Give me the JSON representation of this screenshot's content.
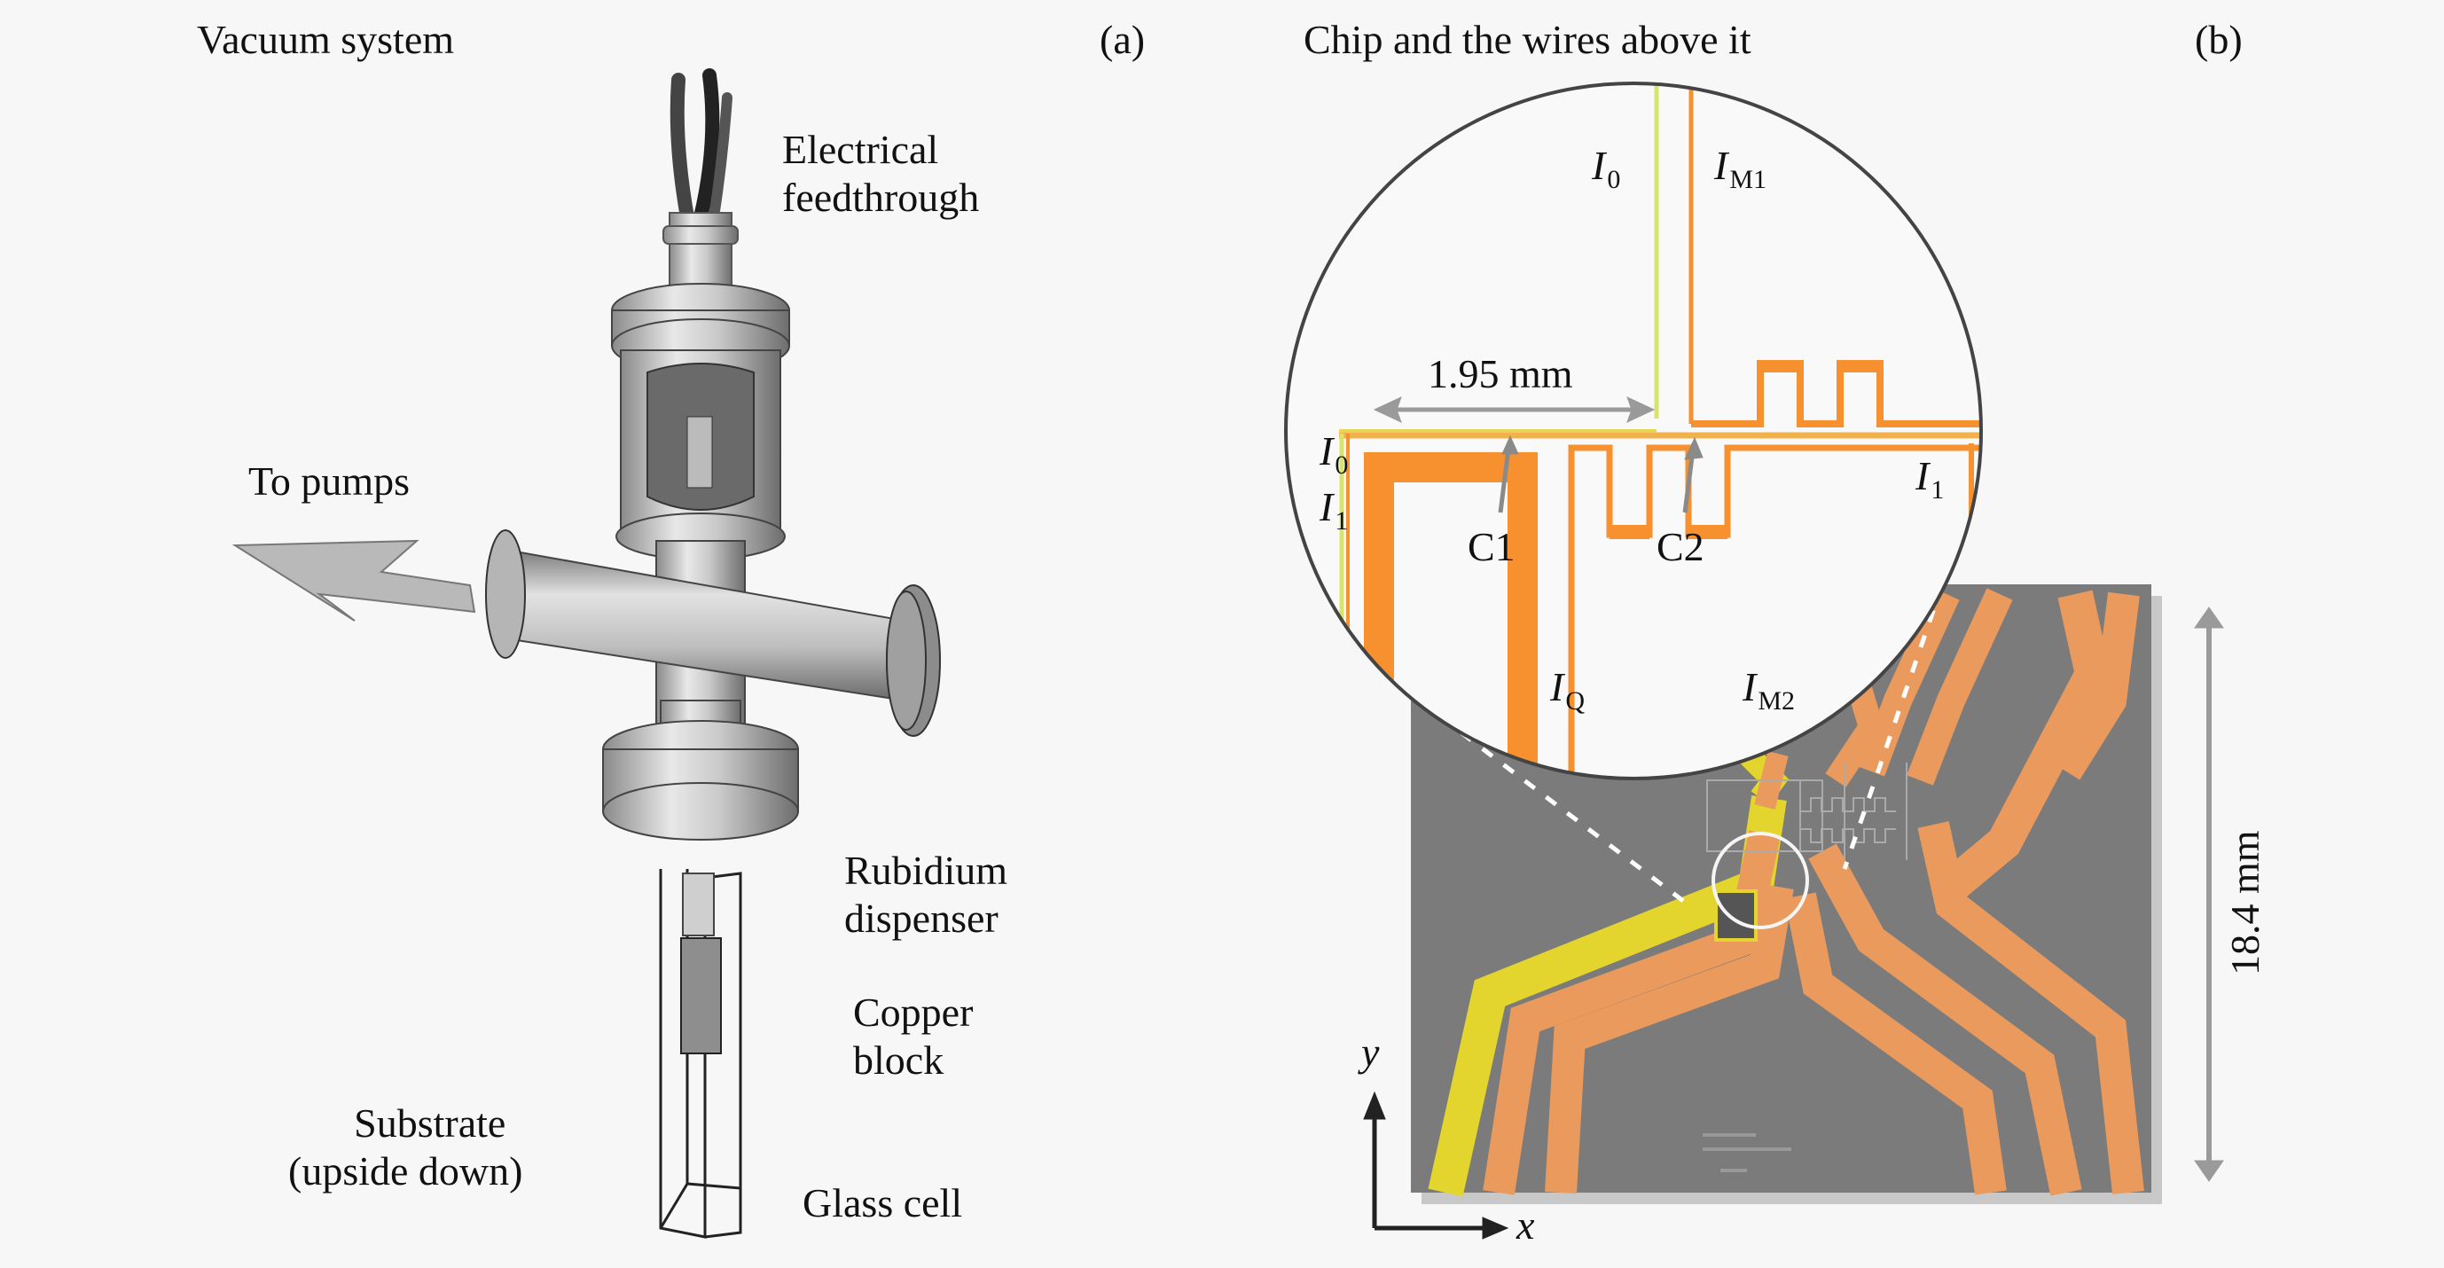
{
  "panel_a": {
    "title": "Vacuum system",
    "tag": "(a)",
    "labels": {
      "feedthrough_line1": "Electrical",
      "feedthrough_line2": "feedthrough",
      "pumps": "To pumps",
      "dispenser_line1": "Rubidium",
      "dispenser_line2": "dispenser",
      "copper_line1": "Copper",
      "copper_line2": "block",
      "substrate_line1": "Substrate",
      "substrate_line2": "(upside down)",
      "glass_cell": "Glass cell"
    }
  },
  "panel_b": {
    "title": "Chip and the wires above it",
    "tag": "(b)",
    "zoom_labels": {
      "i0_top": {
        "main": "I",
        "sub": "0"
      },
      "im1": {
        "main": "I",
        "sub": "M1"
      },
      "i0_left": {
        "main": "I",
        "sub": "0"
      },
      "i1_left": {
        "main": "I",
        "sub": "1"
      },
      "i1_right": {
        "main": "I",
        "sub": "1"
      },
      "iq": {
        "main": "I",
        "sub": "Q"
      },
      "im2": {
        "main": "I",
        "sub": "M2"
      },
      "c1": "C1",
      "c2": "C2",
      "width_dim": "1.95 mm"
    },
    "chip_height_dim": "18.4 mm",
    "axes": {
      "x": "x",
      "y": "y"
    },
    "colors": {
      "orange_wire": "#f7902f",
      "copper_trace": "#e99a5c",
      "yellow_trace": "#e3d52d",
      "yellow_thin": "#d8e56a",
      "chip_bg": "#7b7b7b",
      "dim_arrow": "#9a9a9a"
    }
  }
}
